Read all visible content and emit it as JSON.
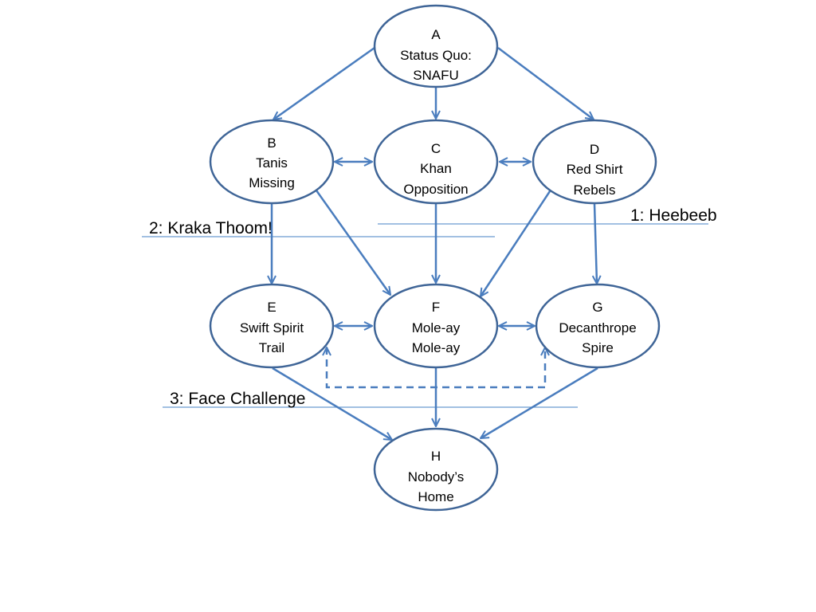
{
  "colors": {
    "node_stroke": "#3F6597",
    "edge": "#4A7DBE",
    "guide_line": "#6A9BD0",
    "text": "#000000",
    "background": "#FFFFFF"
  },
  "nodes": {
    "A": {
      "letter": "A",
      "line1": "Status Quo:",
      "line2": "SNAFU"
    },
    "B": {
      "letter": "B",
      "line1": "Tanis",
      "line2": "Missing"
    },
    "C": {
      "letter": "C",
      "line1": "Khan",
      "line2": "Opposition"
    },
    "D": {
      "letter": "D",
      "line1": "Red Shirt",
      "line2": "Rebels"
    },
    "E": {
      "letter": "E",
      "line1": "Swift Spirit",
      "line2": "Trail"
    },
    "F": {
      "letter": "F",
      "line1": "Mole-ay",
      "line2": "Mole-ay"
    },
    "G": {
      "letter": "G",
      "line1": "Decanthrope",
      "line2": "Spire"
    },
    "H": {
      "letter": "H",
      "line1": "Nobody’s",
      "line2": "Home"
    }
  },
  "edges": [
    {
      "from": "A",
      "to": "B",
      "style": "solid",
      "direction": "forward"
    },
    {
      "from": "A",
      "to": "C",
      "style": "solid",
      "direction": "forward"
    },
    {
      "from": "A",
      "to": "D",
      "style": "solid",
      "direction": "forward"
    },
    {
      "from": "B",
      "to": "C",
      "style": "solid",
      "direction": "both"
    },
    {
      "from": "C",
      "to": "D",
      "style": "solid",
      "direction": "both"
    },
    {
      "from": "B",
      "to": "E",
      "style": "solid",
      "direction": "forward"
    },
    {
      "from": "B",
      "to": "F",
      "style": "solid",
      "direction": "forward"
    },
    {
      "from": "C",
      "to": "F",
      "style": "solid",
      "direction": "forward"
    },
    {
      "from": "D",
      "to": "F",
      "style": "solid",
      "direction": "forward"
    },
    {
      "from": "D",
      "to": "G",
      "style": "solid",
      "direction": "forward"
    },
    {
      "from": "E",
      "to": "F",
      "style": "solid",
      "direction": "both"
    },
    {
      "from": "F",
      "to": "G",
      "style": "solid",
      "direction": "both"
    },
    {
      "from": "E",
      "to": "G",
      "style": "dashed",
      "direction": "both"
    },
    {
      "from": "E",
      "to": "H",
      "style": "solid",
      "direction": "forward"
    },
    {
      "from": "F",
      "to": "H",
      "style": "solid",
      "direction": "forward"
    },
    {
      "from": "G",
      "to": "H",
      "style": "solid",
      "direction": "forward"
    }
  ],
  "thresholds": [
    {
      "label": "1: Heebeeb"
    },
    {
      "label": "2: Kraka Thoom!"
    },
    {
      "label": "3: Face Challenge"
    }
  ]
}
